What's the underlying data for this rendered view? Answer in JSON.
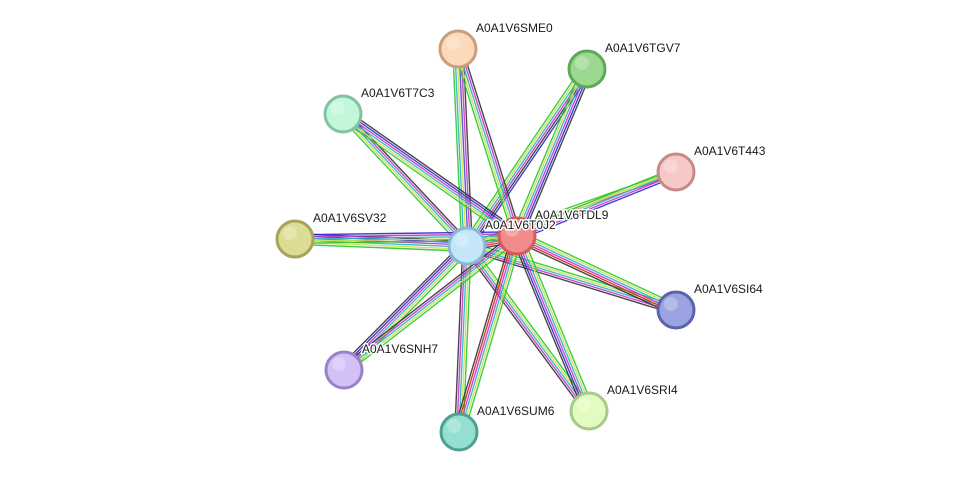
{
  "network": {
    "center_nodes": [
      "A0A1V6TDL9",
      "A0A1V6T0J2"
    ],
    "nodes": [
      {
        "id": "A0A1V6TDL9",
        "fill": "#f28b8b",
        "stroke": "#d45a5a"
      },
      {
        "id": "A0A1V6T0J2",
        "fill": "#c4e6f8",
        "stroke": "#8ab8d4"
      },
      {
        "id": "A0A1V6SME0",
        "fill": "#fcd9b8",
        "stroke": "#c9a07a"
      },
      {
        "id": "A0A1V6TGV7",
        "fill": "#9ad98f",
        "stroke": "#5ea857"
      },
      {
        "id": "A0A1V6T7C3",
        "fill": "#c2f7da",
        "stroke": "#82c2a2"
      },
      {
        "id": "A0A1V6T443",
        "fill": "#f7c8c8",
        "stroke": "#c78a8a"
      },
      {
        "id": "A0A1V6SV32",
        "fill": "#dddc94",
        "stroke": "#a6a35a"
      },
      {
        "id": "A0A1V6SI64",
        "fill": "#9ba4e0",
        "stroke": "#5a64aa"
      },
      {
        "id": "A0A1V6SNH7",
        "fill": "#d3c0f7",
        "stroke": "#9a82c8"
      },
      {
        "id": "A0A1V6SRI4",
        "fill": "#e2fcbf",
        "stroke": "#a8c987"
      },
      {
        "id": "A0A1V6SUM6",
        "fill": "#94dfd2",
        "stroke": "#4fa094"
      }
    ],
    "edges": [
      {
        "source": "A0A1V6T0J2",
        "target": "A0A1V6SME0",
        "colors": [
          "#2fc42f",
          "#2ab4c8",
          "#c6e24a",
          "#4a4ad0",
          "#cc33cc",
          "#333333"
        ]
      },
      {
        "source": "A0A1V6T0J2",
        "target": "A0A1V6TGV7",
        "colors": [
          "#2fc42f",
          "#c6e24a",
          "#2ab4c8",
          "#cc33cc",
          "#333333",
          "#2a2ad0"
        ]
      },
      {
        "source": "A0A1V6T0J2",
        "target": "A0A1V6T7C3",
        "colors": [
          "#2fc42f",
          "#c6e24a",
          "#2ab4c8",
          "#cc33cc",
          "#333333"
        ]
      },
      {
        "source": "A0A1V6T0J2",
        "target": "A0A1V6SV32",
        "colors": [
          "#2fc42f",
          "#c6e24a",
          "#2ab4c8",
          "#cc33cc",
          "#2a2ad0",
          "#333333"
        ]
      },
      {
        "source": "A0A1V6T0J2",
        "target": "A0A1V6SI64",
        "colors": [
          "#2fc42f",
          "#c6e24a",
          "#2ab4c8",
          "#cc33cc",
          "#333333"
        ]
      },
      {
        "source": "A0A1V6T0J2",
        "target": "A0A1V6SNH7",
        "colors": [
          "#2fc42f",
          "#c6e24a",
          "#2ab4c8",
          "#cc33cc",
          "#2a2ad0",
          "#333333"
        ]
      },
      {
        "source": "A0A1V6T0J2",
        "target": "A0A1V6SRI4",
        "colors": [
          "#2fc42f",
          "#c6e24a",
          "#2ab4c8",
          "#cc33cc",
          "#333333"
        ]
      },
      {
        "source": "A0A1V6T0J2",
        "target": "A0A1V6SUM6",
        "colors": [
          "#2fc42f",
          "#c6e24a",
          "#2ab4c8",
          "#cc33cc",
          "#333333"
        ]
      },
      {
        "source": "A0A1V6T0J2",
        "target": "A0A1V6T443",
        "colors": [
          "#2fc42f",
          "#c6e24a",
          "#cc33cc"
        ]
      },
      {
        "source": "A0A1V6T0J2",
        "target": "A0A1V6TDL9",
        "colors": [
          "#2fc42f",
          "#c6e24a",
          "#2ab4c8",
          "#cc33cc",
          "#e02020",
          "#333333"
        ]
      },
      {
        "source": "A0A1V6TDL9",
        "target": "A0A1V6SME0",
        "colors": [
          "#2fc42f",
          "#c6e24a",
          "#2ab4c8",
          "#cc33cc",
          "#333333"
        ]
      },
      {
        "source": "A0A1V6TDL9",
        "target": "A0A1V6TGV7",
        "colors": [
          "#2fc42f",
          "#c6e24a",
          "#2ab4c8",
          "#cc33cc",
          "#2a2ad0",
          "#333333"
        ]
      },
      {
        "source": "A0A1V6TDL9",
        "target": "A0A1V6T7C3",
        "colors": [
          "#2fc42f",
          "#c6e24a",
          "#2ab4c8",
          "#cc33cc",
          "#2a2ad0",
          "#333333"
        ]
      },
      {
        "source": "A0A1V6TDL9",
        "target": "A0A1V6T443",
        "colors": [
          "#2fc42f",
          "#c6e24a",
          "#2ab4c8",
          "#cc33cc",
          "#2a2ad0"
        ]
      },
      {
        "source": "A0A1V6TDL9",
        "target": "A0A1V6SV32",
        "colors": [
          "#2fc42f",
          "#c6e24a",
          "#2ab4c8",
          "#cc33cc",
          "#2a2ad0"
        ]
      },
      {
        "source": "A0A1V6TDL9",
        "target": "A0A1V6SI64",
        "colors": [
          "#2fc42f",
          "#c6e24a",
          "#2ab4c8",
          "#cc33cc",
          "#e02020",
          "#333333"
        ]
      },
      {
        "source": "A0A1V6TDL9",
        "target": "A0A1V6SNH7",
        "colors": [
          "#2fc42f",
          "#c6e24a",
          "#2ab4c8",
          "#cc33cc",
          "#333333"
        ]
      },
      {
        "source": "A0A1V6TDL9",
        "target": "A0A1V6SRI4",
        "colors": [
          "#2fc42f",
          "#c6e24a",
          "#2ab4c8",
          "#cc33cc",
          "#2a2ad0",
          "#333333"
        ]
      },
      {
        "source": "A0A1V6TDL9",
        "target": "A0A1V6SUM6",
        "colors": [
          "#2fc42f",
          "#c6e24a",
          "#2ab4c8",
          "#cc33cc",
          "#e02020",
          "#333333"
        ]
      }
    ]
  }
}
